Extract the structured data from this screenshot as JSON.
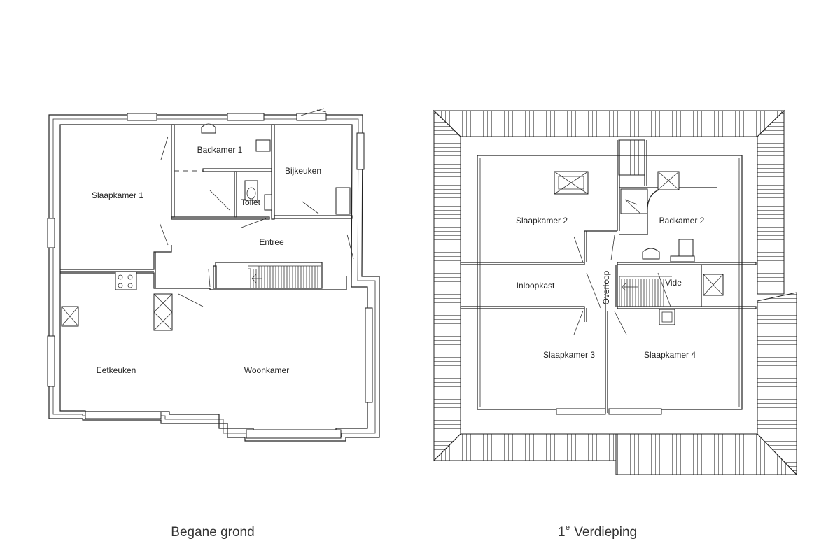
{
  "ground_floor": {
    "caption": "Begane grond",
    "rooms": {
      "slaapkamer1": "Slaapkamer 1",
      "badkamer1": "Badkamer 1",
      "bijkeuken": "Bijkeuken",
      "toilet": "Toilet",
      "entree": "Entree",
      "eetkeuken": "Eetkeuken",
      "woonkamer": "Woonkamer"
    }
  },
  "first_floor": {
    "caption_prefix": "1",
    "caption_sup": "e",
    "caption_suffix": " Verdieping",
    "rooms": {
      "slaapkamer2": "Slaapkamer 2",
      "badkamer2": "Badkamer 2",
      "inloopkast": "Inloopkast",
      "overloop": "Overloop",
      "vide": "Vide",
      "slaapkamer3": "Slaapkamer 3",
      "slaapkamer4": "Slaapkamer 4"
    }
  }
}
